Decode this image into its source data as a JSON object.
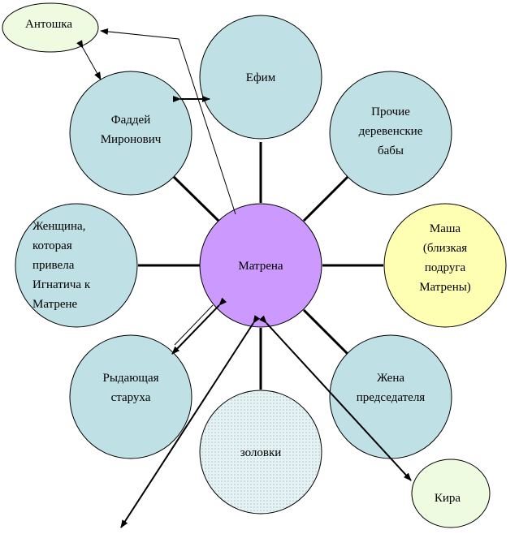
{
  "colors": {
    "teal": "#BFE0E4",
    "center": "#CC99FF",
    "yellow": "#FFFFB3",
    "pale_green": "#EEFBE0",
    "dotted": "#E6F2F4"
  },
  "nodes": {
    "center": {
      "lines": [
        "Матрена"
      ]
    },
    "efim": {
      "lines": [
        "Ефим"
      ]
    },
    "faddey": {
      "lines": [
        "Фаддей",
        "Миронович"
      ]
    },
    "prochie": {
      "lines": [
        "Прочие",
        "деревенские",
        "бабы"
      ]
    },
    "zhenshchina": {
      "lines": [
        "Женщина,",
        "которая",
        "привела",
        "Игнатича к",
        "Матрене"
      ]
    },
    "masha": {
      "lines": [
        "Маша",
        "(близкая",
        "подруга",
        "Матрены)"
      ]
    },
    "ryday": {
      "lines": [
        "Рыдающая",
        "старуха"
      ]
    },
    "zolovki": {
      "lines": [
        "золовки"
      ]
    },
    "zhena": {
      "lines": [
        "Жена",
        "председателя"
      ]
    },
    "antoshka": {
      "lines": [
        "Антошка"
      ]
    },
    "kira": {
      "lines": [
        "Кира"
      ]
    }
  }
}
